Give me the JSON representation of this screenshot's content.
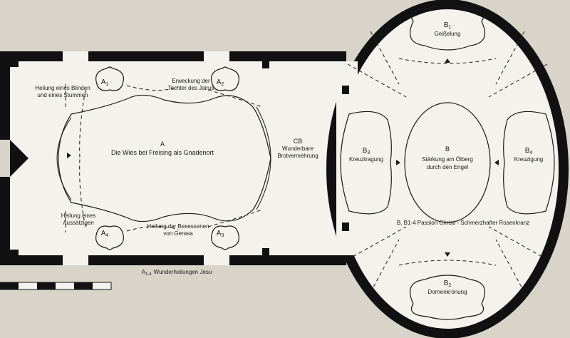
{
  "colors": {
    "paper": "#d8d4c9",
    "wall": "#111111",
    "field": "#f4f2ec",
    "line": "#1a1a1a"
  },
  "nave": {
    "A": {
      "letter": "A",
      "title": "Die Wies bei Freising als Gnadenort"
    },
    "A1": {
      "letter": "A",
      "sub": "1",
      "caption": [
        "Heilung eines Blinden",
        "und eines Stummen"
      ]
    },
    "A2": {
      "letter": "A",
      "sub": "2",
      "caption": [
        "Erweckung der",
        "Tochter des Jairus"
      ]
    },
    "A3": {
      "letter": "A",
      "sub": "3",
      "caption": [
        "Heilung der Besessenen",
        "von Gerasa"
      ]
    },
    "A4": {
      "letter": "A",
      "sub": "4",
      "caption": [
        "Heilung eines",
        "Aussätzigen"
      ]
    },
    "legend": {
      "prefix": "A",
      "sub": "1-4",
      "text": "Wunderheilungen Jesu"
    }
  },
  "choir_arch": {
    "code": "CB",
    "lines": [
      "Wunderbare",
      "Brotvermehrung"
    ]
  },
  "choir": {
    "B": {
      "letter": "B",
      "lines": [
        "Stärkung am Ölberg",
        "durch den Engel"
      ]
    },
    "B1": {
      "letter": "B",
      "sub": "1",
      "title": "Geißelung"
    },
    "B2": {
      "letter": "B",
      "sub": "2",
      "title": "Dornenkrönung"
    },
    "B3": {
      "letter": "B",
      "sub": "3",
      "title": "Kreuztragung"
    },
    "B4": {
      "letter": "B",
      "sub": "4",
      "title": "Kreuzigung"
    },
    "legend": {
      "text": "B, B1-4 Passion Christi - Schmerzhafter Rosenkranz"
    }
  }
}
